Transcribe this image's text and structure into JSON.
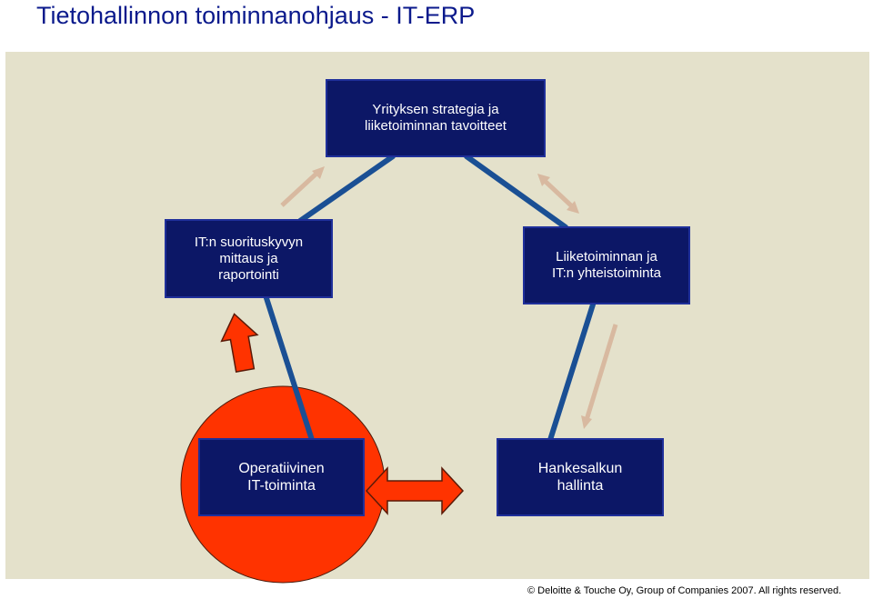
{
  "title": "Tietohallinnon toiminnanohjaus - IT-ERP",
  "boxes": {
    "strategy": "Yrityksen strategia ja\nliiketoiminnan tavoitteet",
    "measurement": "IT:n suorituskyvyn\nmittaus ja\nraportointi",
    "cooperation": "Liiketoiminnan ja\nIT:n yhteistoiminta",
    "operations": "Operatiivinen\nIT-toiminta",
    "projects": "Hankesalkun\nhallinta"
  },
  "footer": "© Deloitte & Touche Oy, Group of Companies 2007. All rights reserved.",
  "colors": {
    "background": "#e4e1cb",
    "box": "#0c1766",
    "connector": "#1a4f94",
    "arrow": "#d8b9a0",
    "highlight": "#ff3300",
    "title": "#0b1a8c"
  }
}
